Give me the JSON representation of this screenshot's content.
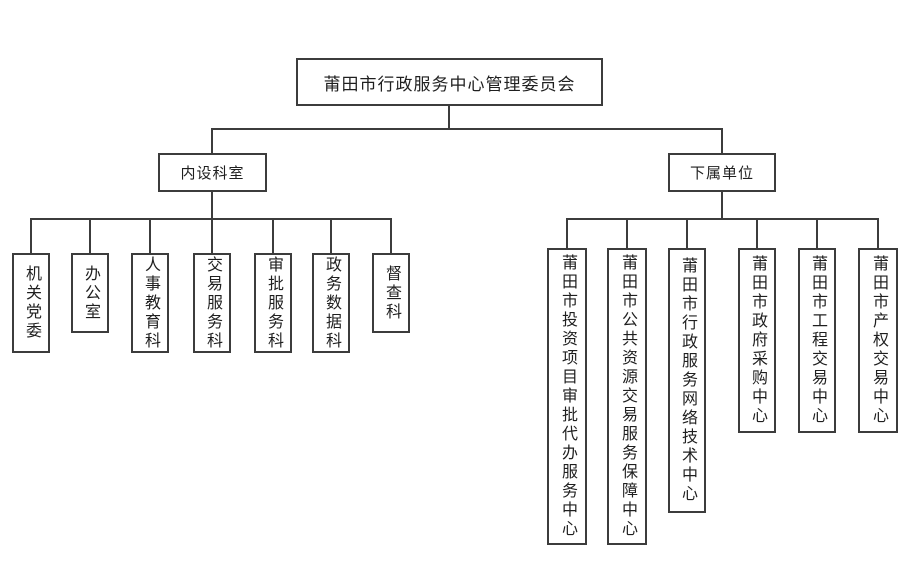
{
  "org": {
    "root": {
      "label": "莆田市行政服务中心管理委员会"
    },
    "branches": [
      {
        "label": "内设科室",
        "children": [
          {
            "label": "机关党委"
          },
          {
            "label": "办公室"
          },
          {
            "label": "人事教育科"
          },
          {
            "label": "交易服务科"
          },
          {
            "label": "审批服务科"
          },
          {
            "label": "政务数据科"
          },
          {
            "label": "督查科"
          }
        ]
      },
      {
        "label": "下属单位",
        "children": [
          {
            "label": "莆田市投资项目审批代办服务中心"
          },
          {
            "label": "莆田市公共资源交易服务保障中心"
          },
          {
            "label": "莆田市行政服务网络技术中心"
          },
          {
            "label": "莆田市政府采购中心"
          },
          {
            "label": "莆田市工程交易中心"
          },
          {
            "label": "莆田市产权交易中心"
          }
        ]
      }
    ]
  },
  "colors": {
    "line": "#3c3c3c",
    "border": "#3c3c3c",
    "text": "#1f1f1f",
    "background": "#ffffff"
  }
}
